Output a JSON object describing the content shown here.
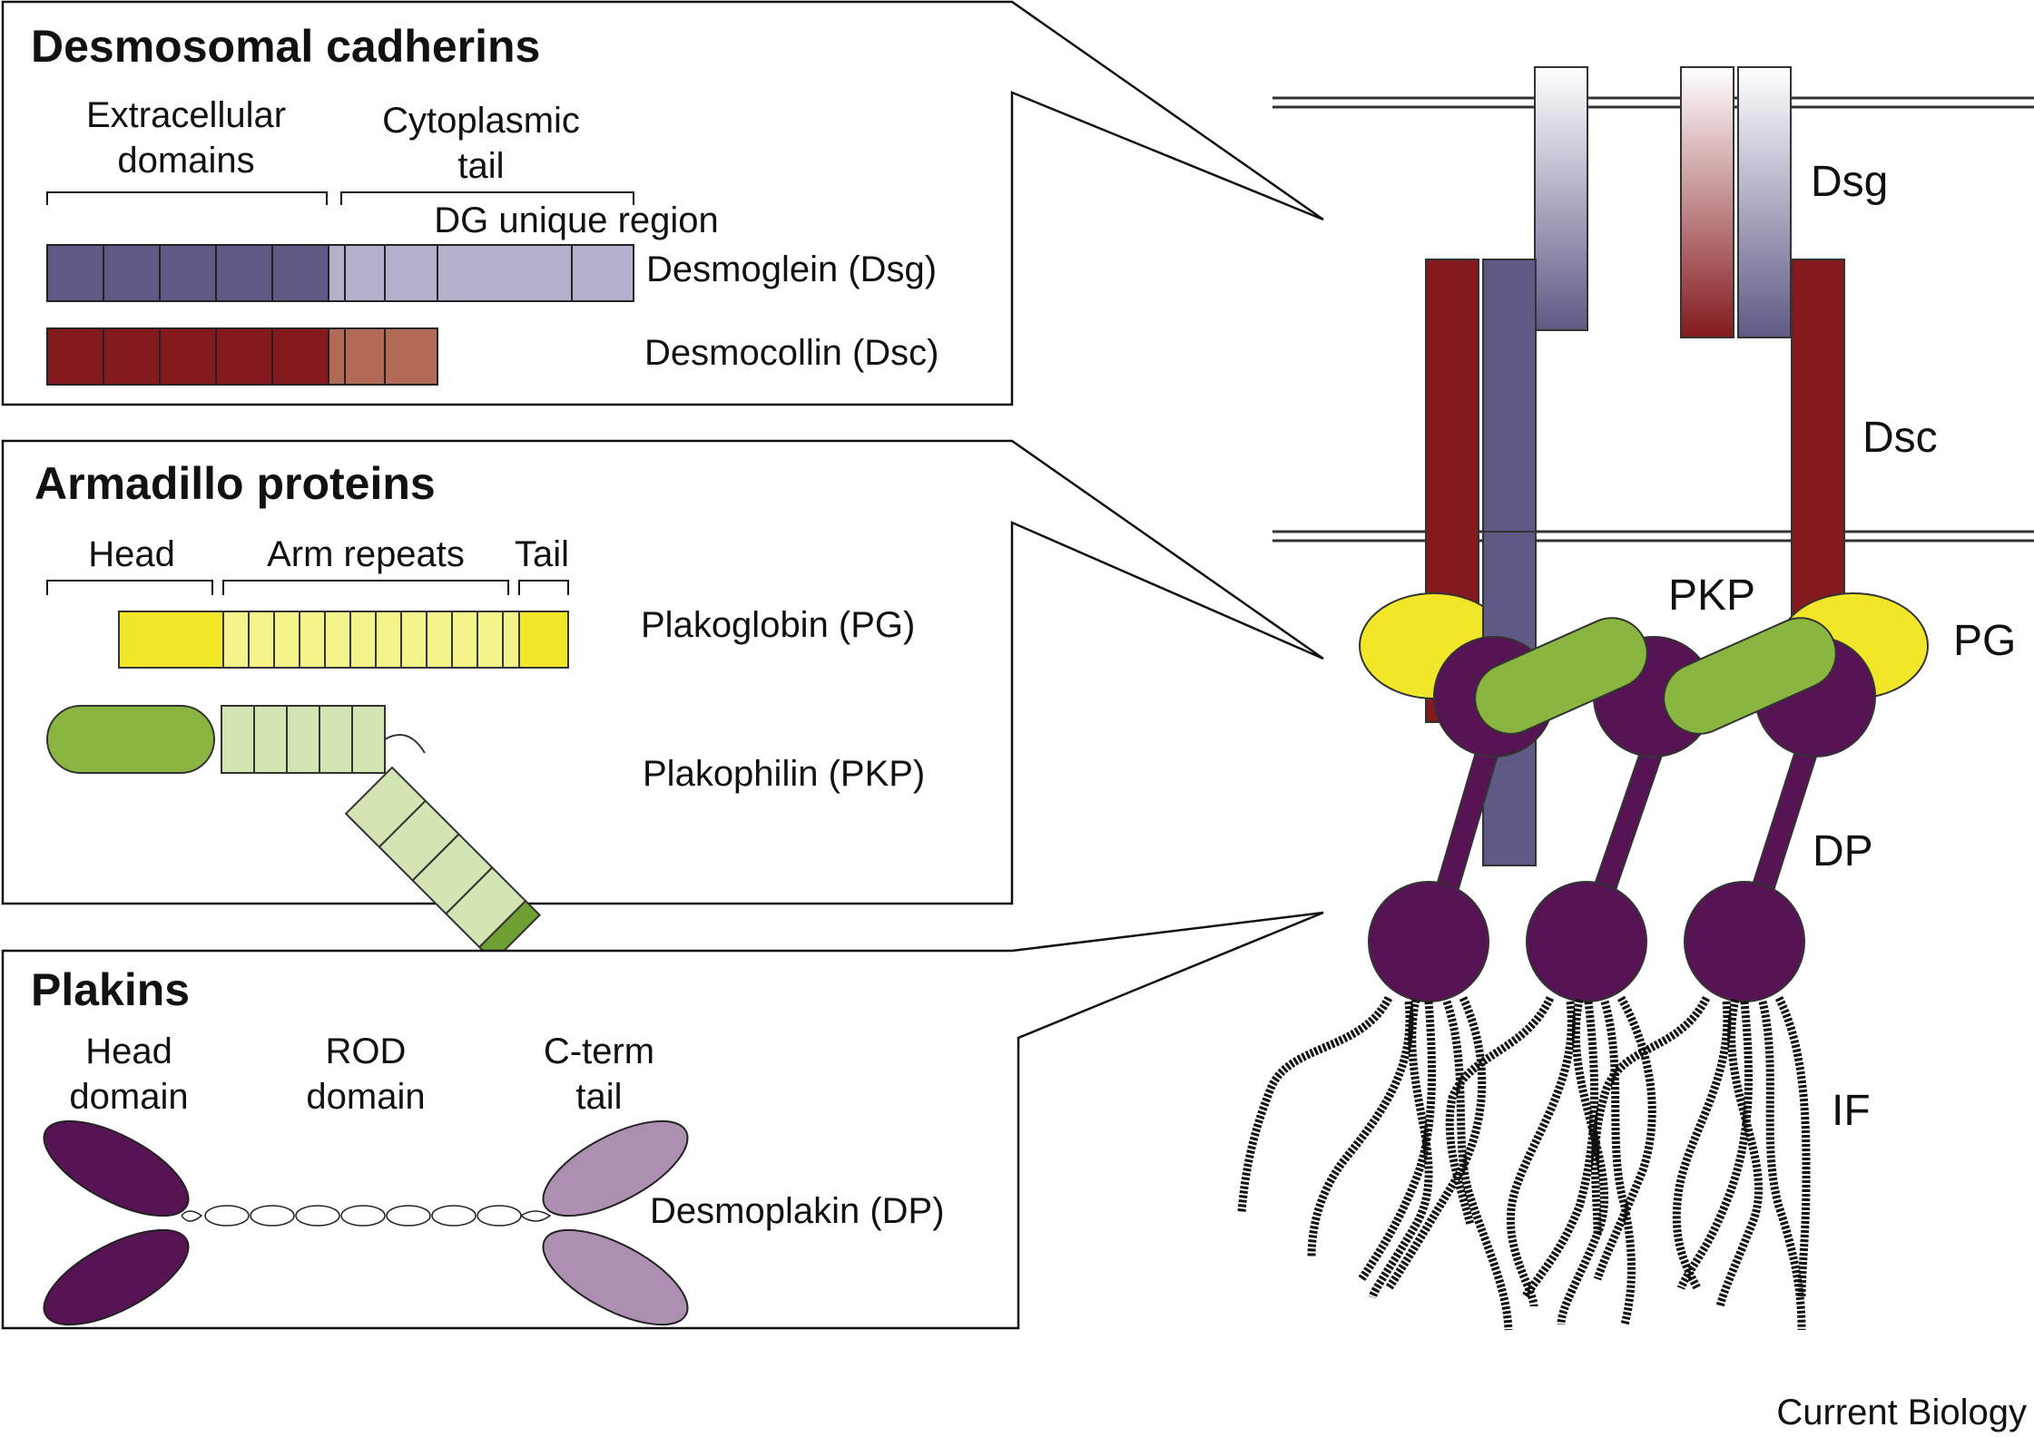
{
  "panels": {
    "cadherins": {
      "title": "Desmosomal cadherins",
      "extracellular": [
        "Extracellular",
        "domains"
      ],
      "cytoplasmic": [
        "Cytoplasmic",
        "tail"
      ],
      "dg_unique": "DG unique region",
      "dsg_label": "Desmoglein (Dsg)",
      "dsc_label": "Desmocollin (Dsc)"
    },
    "armadillo": {
      "title": "Armadillo proteins",
      "head": "Head",
      "arm_repeats": "Arm repeats",
      "tail": "Tail",
      "pg_label": "Plakoglobin (PG)",
      "pkp_label": "Plakophilin (PKP)"
    },
    "plakins": {
      "title": "Plakins",
      "head_domain": [
        "Head",
        "domain"
      ],
      "rod_domain": [
        "ROD",
        "domain"
      ],
      "cterm_tail": [
        "C-term",
        "tail"
      ],
      "dp_label": "Desmoplakin (DP)"
    }
  },
  "structure_labels": {
    "dsg": "Dsg",
    "dsc": "Dsc",
    "pkp": "PKP",
    "pg": "PG",
    "dp": "DP",
    "if": "IF"
  },
  "credit": "Current Biology",
  "colors": {
    "dsg": "#5e5a85",
    "dsg_light": "#b3b0cb",
    "dsc": "#841a1e",
    "dsc_light": "#b06a55",
    "pg": "#f2e629",
    "pg_light": "#f5f48a",
    "pkp": "#8ab540",
    "pkp_light": "#d3e5b2",
    "dp": "#561454",
    "dp_light": "#ad8fb1"
  }
}
